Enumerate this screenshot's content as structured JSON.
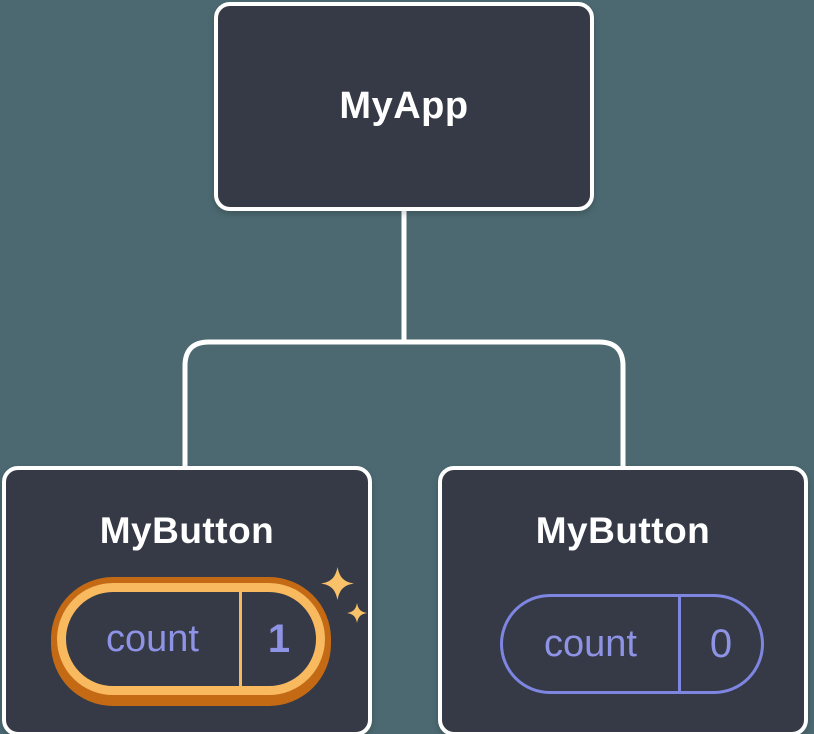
{
  "tree": {
    "root": {
      "label": "MyApp"
    },
    "children": [
      {
        "label": "MyButton",
        "state_key": "count",
        "state_value": "1",
        "highlighted": true
      },
      {
        "label": "MyButton",
        "state_key": "count",
        "state_value": "0",
        "highlighted": false
      }
    ]
  },
  "colors": {
    "background": "#4c6971",
    "node-fill": "#353a46",
    "node-border": "#ffffff",
    "connector": "#ffffff",
    "label-text": "#ffffff",
    "state-text": "#8e93e6",
    "state-outline": "#7e86e2",
    "highlight-light": "#f9b95f",
    "highlight-dark": "#c56a14",
    "sparkle": "#f9c169"
  }
}
